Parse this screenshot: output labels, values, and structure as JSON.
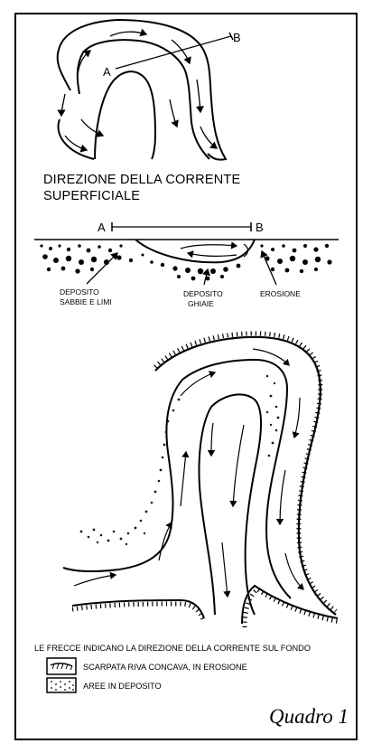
{
  "top_diagram": {
    "point_a": "A",
    "point_b": "B",
    "title_line1": "DIREZIONE DELLA CORRENTE",
    "title_line2": "SUPERFICIALE"
  },
  "cross_section": {
    "a_label": "A",
    "b_label": "B",
    "labels": {
      "deposito_sabbie_1": "DEPOSITO",
      "deposito_sabbie_2": "SABBIE E LIMI",
      "deposito_ghiaie_1": "DEPOSITO",
      "deposito_ghiaie_2": "GHIAIE",
      "erosione": "EROSIONE"
    }
  },
  "bottom_diagram": {
    "caption": "LE FRECCE INDICANO LA DIREZIONE DELLA CORRENTE SUL FONDO",
    "legend": [
      {
        "symbol": "scarp-hatch",
        "label": "SCARPATA RIVA CONCAVA, IN EROSIONE"
      },
      {
        "symbol": "stipple",
        "label": "AREE IN DEPOSITO"
      }
    ]
  },
  "footer": {
    "label": "Quadro 1"
  }
}
